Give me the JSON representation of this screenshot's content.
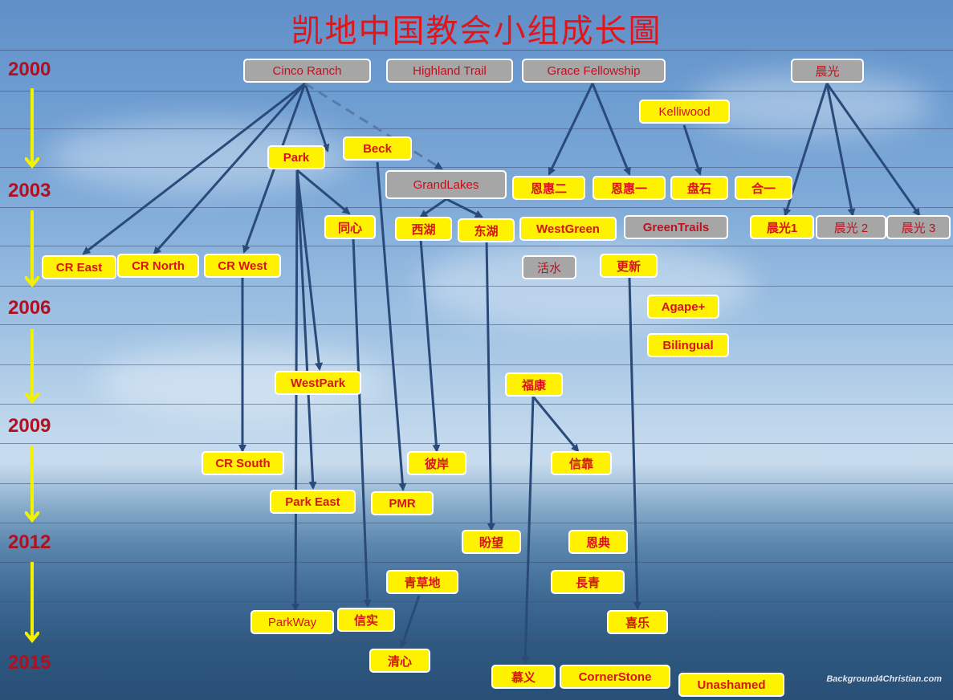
{
  "title": "凯地中国教会小组成长圖",
  "years": [
    "2000",
    "2003",
    "2006",
    "2009",
    "2012",
    "2015"
  ],
  "nodes": {
    "cinco_ranch": "Cinco Ranch",
    "highland_trail": "Highland Trail",
    "grace_fellowship": "Grace Fellowship",
    "chenguang": "晨光",
    "kelliwood": "Kelliwood",
    "park": "Park",
    "beck": "Beck",
    "grandlakes": "GrandLakes",
    "enhui_er": "恩惠二",
    "enhui_yi": "恩惠一",
    "panshi": "盘石",
    "heyi": "合一",
    "tongxin": "同心",
    "xihu": "西湖",
    "donghu": "东湖",
    "westgreen": "WestGreen",
    "greentrails": "GreenTrails",
    "chenguang1": "晨光1",
    "chenguang2": "晨光 2",
    "chenguang3": "晨光 3",
    "cr_east": "CR East",
    "cr_north": "CR North",
    "cr_west": "CR West",
    "huoshui": "活水",
    "gengxin": "更新",
    "agape": "Agape+",
    "bilingual": "Bilingual",
    "westpark": "WestPark",
    "fukang": "福康",
    "cr_south": "CR South",
    "bian": "彼岸",
    "xinkao": "信靠",
    "park_east": "Park East",
    "pmr": "PMR",
    "panwang": "盼望",
    "endian": "恩典",
    "qingcaodi": "青草地",
    "changqing": "長青",
    "parkway": "ParkWay",
    "xinshi": "信实",
    "xile": "喜乐",
    "qingxin": "清心",
    "muyi": "慕义",
    "cornerstone": "CornerStone",
    "unashamed": "Unashamed"
  },
  "watermark": "Background4Christian.com",
  "colors": {
    "title": "#e0161b",
    "year_label": "#b01020",
    "node_yellow": "#fff200",
    "node_gray": "#a6a6a6",
    "node_text": "#d8141a",
    "arrow": "#2a4a7a",
    "timeline_arrow": "#f2f200"
  }
}
